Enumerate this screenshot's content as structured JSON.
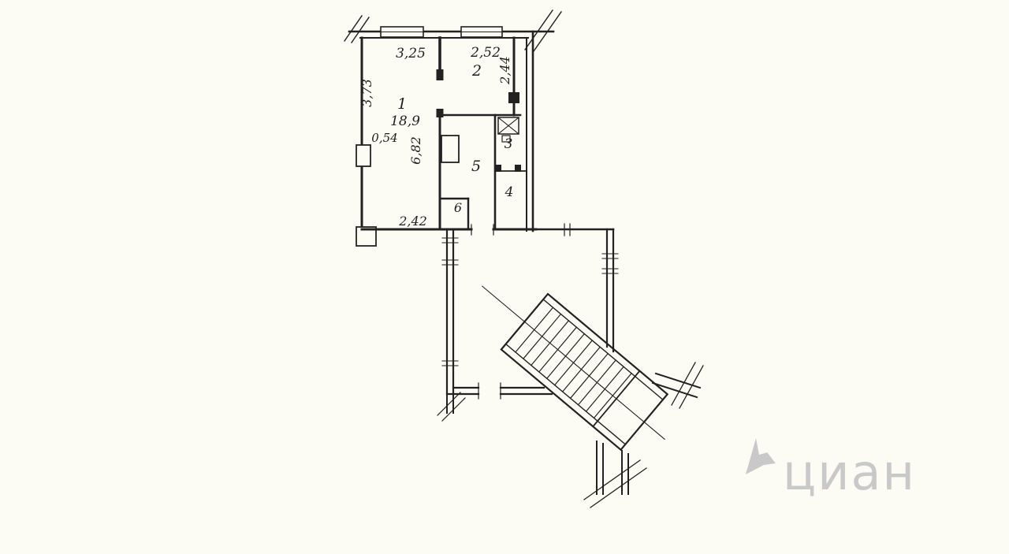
{
  "colors": {
    "background": "#fcfbf4",
    "ink": "#1f1f1f",
    "watermark": "#c9c9c9"
  },
  "watermark": {
    "text": "циан"
  },
  "rooms": [
    {
      "label": "1",
      "area": "18,9"
    },
    {
      "label": "2"
    },
    {
      "label": "3"
    },
    {
      "label": "4"
    },
    {
      "label": "5"
    },
    {
      "label": "6"
    }
  ],
  "dimensions": {
    "top_window_left": "3,25",
    "top_window_right": "2,52",
    "room2_depth": "2,44",
    "room1_left": "3,73",
    "pier_width": "0,54",
    "room1_height": "6,82",
    "room1_bottom": "2,42"
  }
}
